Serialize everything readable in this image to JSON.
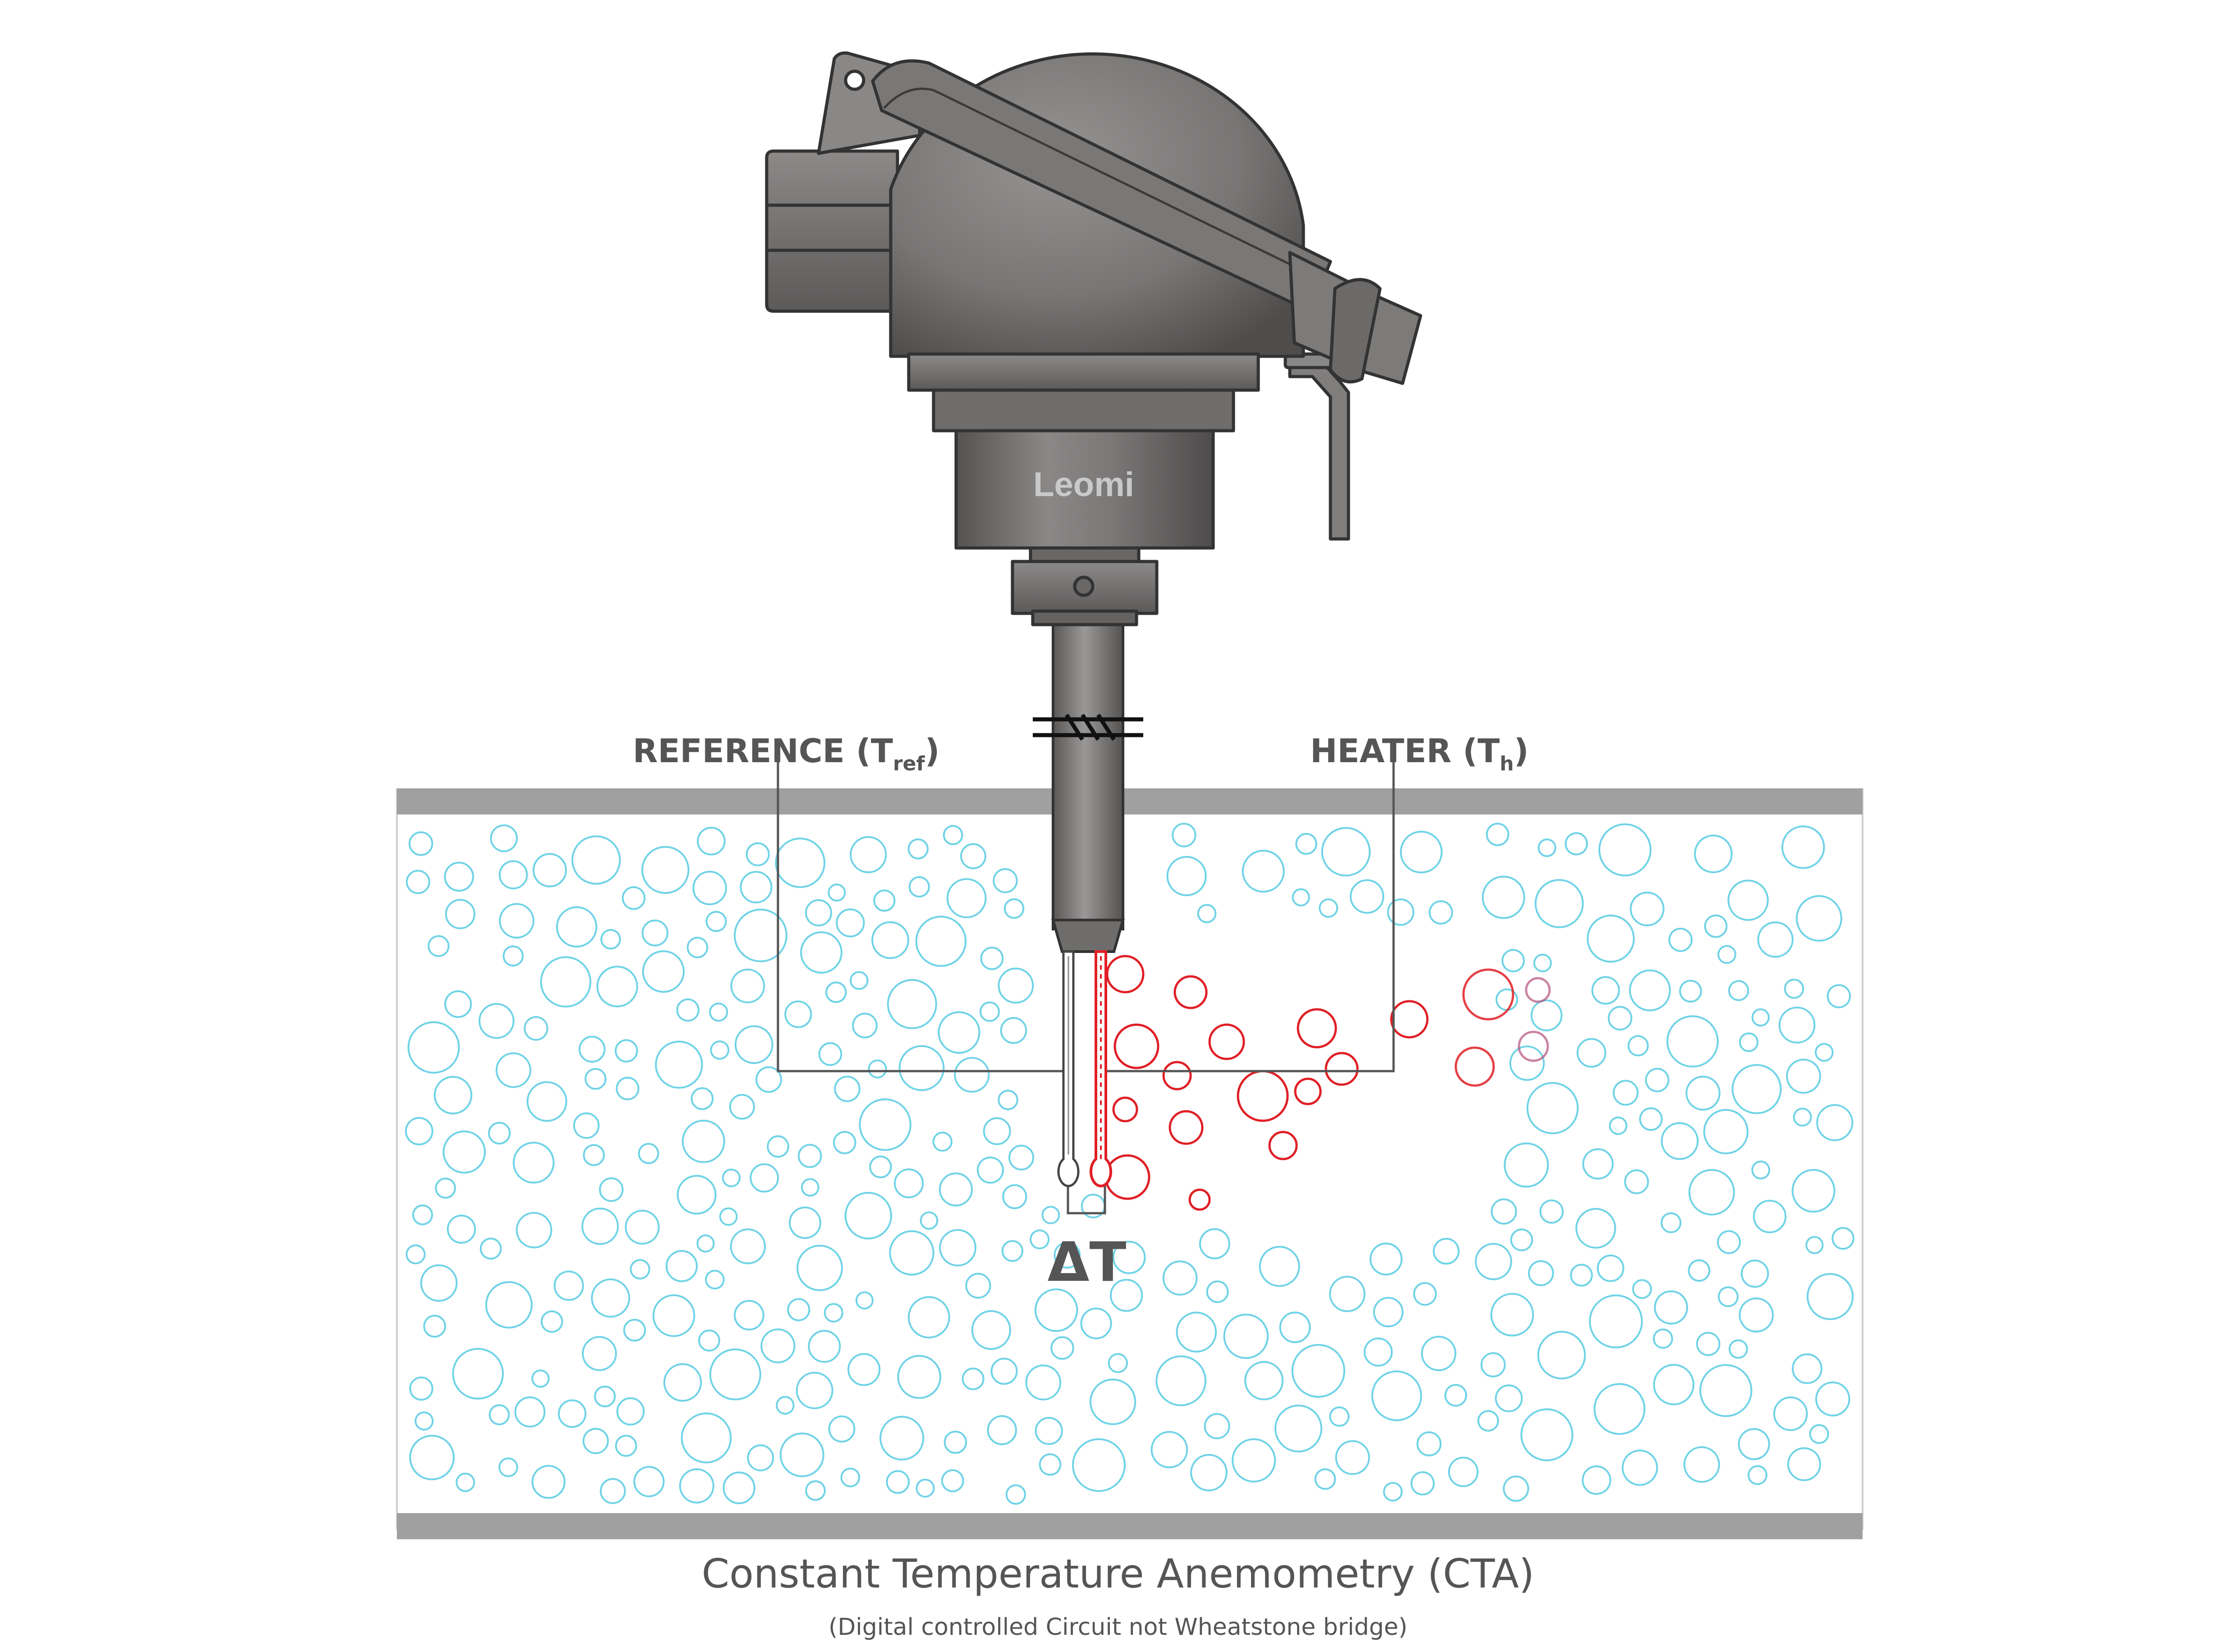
{
  "diagram": {
    "brand": "Leomi",
    "reference_label": {
      "main": "REFERENCE (T",
      "sub": "ref",
      "close": ")"
    },
    "heater_label": {
      "main": "HEATER (T",
      "sub": "h",
      "close": ")"
    },
    "delta_label": "ΔT",
    "caption": "Constant Temperature Anemometry (CTA)",
    "subcaption": "(Digital controlled Circuit not Wheatstone bridge)"
  },
  "colors": {
    "pipe_wall": "#a0a0a0",
    "pipe_fill": "#ffffff",
    "bubble": "#6fd3e6",
    "heated_bubble": "#e01f26",
    "fading_bubble": "#b4507a",
    "housing": "#7d7b7a",
    "housing_dark": "#4f4d4c",
    "outline": "#333333",
    "label_text": "#555555"
  }
}
